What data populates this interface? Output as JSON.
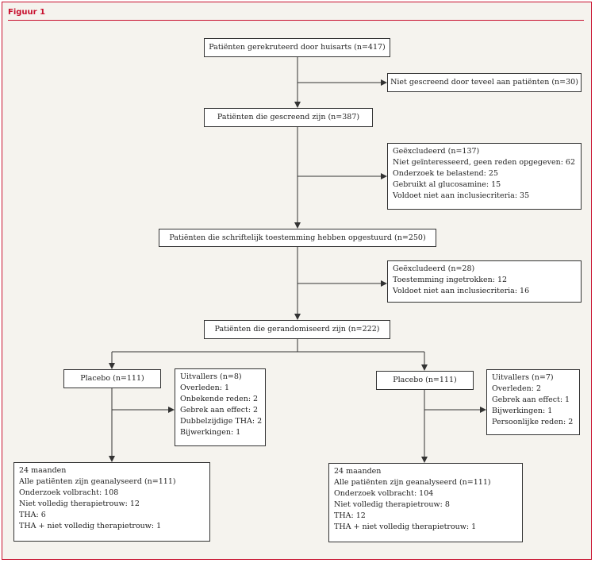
{
  "figure_label": "Figuur 1",
  "flow": {
    "recruited": "Patiënten gerekruteerd door huisarts (n=417)",
    "not_screened": "Niet gescreend door teveel aan patiënten (n=30)",
    "screened": "Patiënten die gescreend zijn (n=387)",
    "excluded1": [
      "Geëxcludeerd (n=137)",
      "Niet geïnteresseerd, geen reden opgegeven: 62",
      "Onderzoek te belastend: 25",
      "Gebruikt al glucosamine: 15",
      "Voldoet niet aan inclusiecriteria: 35"
    ],
    "consent": "Patiënten die schriftelijk toestemming hebben opgestuurd (n=250)",
    "excluded2": [
      "Geëxcludeerd (n=28)",
      "Toestemming ingetrokken: 12",
      "Voldoet niet aan inclusiecriteria: 16"
    ],
    "randomized": "Patiënten die gerandomiseerd zijn (n=222)",
    "left_arm": "Placebo (n=111)",
    "left_dropouts": [
      "Uitvallers (n=8)",
      "Overleden: 1",
      "Onbekende reden: 2",
      "Gebrek aan effect: 2",
      "Dubbelzijdige THA: 2",
      "Bijwerkingen: 1"
    ],
    "left_result": [
      "24 maanden",
      "Alle patiënten zijn geanalyseerd (n=111)",
      "Onderzoek volbracht: 108",
      "Niet volledig therapietrouw: 12",
      "THA: 6",
      "THA + niet volledig therapietrouw: 1"
    ],
    "right_arm": "Placebo (n=111)",
    "right_dropouts": [
      "Uitvallers (n=7)",
      "Overleden: 2",
      "Gebrek aan effect: 1",
      "Bijwerkingen: 1",
      "Persoonlijke reden: 2"
    ],
    "right_result": [
      "24 maanden",
      "Alle patiënten zijn geanalyseerd (n=111)",
      "Onderzoek volbracht: 104",
      "Niet volledig therapietrouw: 8",
      "THA: 12",
      "THA + niet volledig therapietrouw: 1"
    ]
  }
}
